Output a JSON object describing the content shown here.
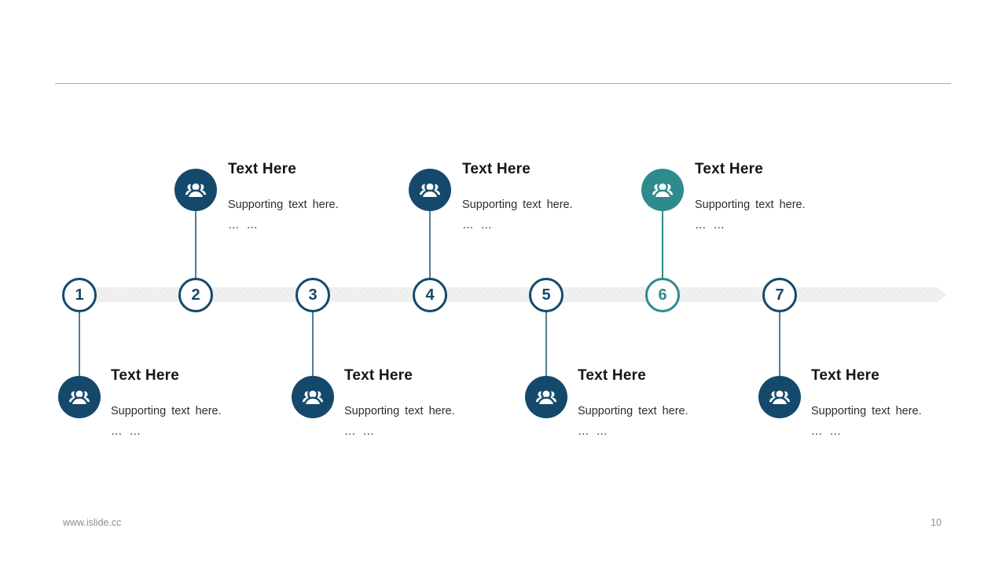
{
  "slide": {
    "footer": {
      "website": "www.islide.cc",
      "page_number": "10"
    }
  },
  "colors": {
    "navy": "#14496B",
    "teal": "#2E8B8C",
    "band_gray": "#F0F0F0",
    "connector_blue": "#4E7D9C",
    "divider_gray": "#ABABAB",
    "footer_gray": "#8F8F8F"
  },
  "timeline": {
    "node_icon": "users-icon",
    "items": [
      {
        "number": "1",
        "side": "below",
        "accent": "#14496B",
        "title": "Text Here",
        "supporting": "Supporting text here.",
        "ellipsis": "… …"
      },
      {
        "number": "2",
        "side": "above",
        "accent": "#14496B",
        "title": "Text Here",
        "supporting": "Supporting text here.",
        "ellipsis": "… …"
      },
      {
        "number": "3",
        "side": "below",
        "accent": "#14496B",
        "title": "Text Here",
        "supporting": "Supporting text here.",
        "ellipsis": "… …"
      },
      {
        "number": "4",
        "side": "above",
        "accent": "#14496B",
        "title": "Text Here",
        "supporting": "Supporting text here.",
        "ellipsis": "… …"
      },
      {
        "number": "5",
        "side": "below",
        "accent": "#14496B",
        "title": "Text Here",
        "supporting": "Supporting text here.",
        "ellipsis": "… …"
      },
      {
        "number": "6",
        "side": "above",
        "accent": "#2E8B8C",
        "title": "Text Here",
        "supporting": "Supporting text here.",
        "ellipsis": "… …"
      },
      {
        "number": "7",
        "side": "below",
        "accent": "#14496B",
        "title": "Text Here",
        "supporting": "Supporting text here.",
        "ellipsis": "… …"
      }
    ]
  }
}
